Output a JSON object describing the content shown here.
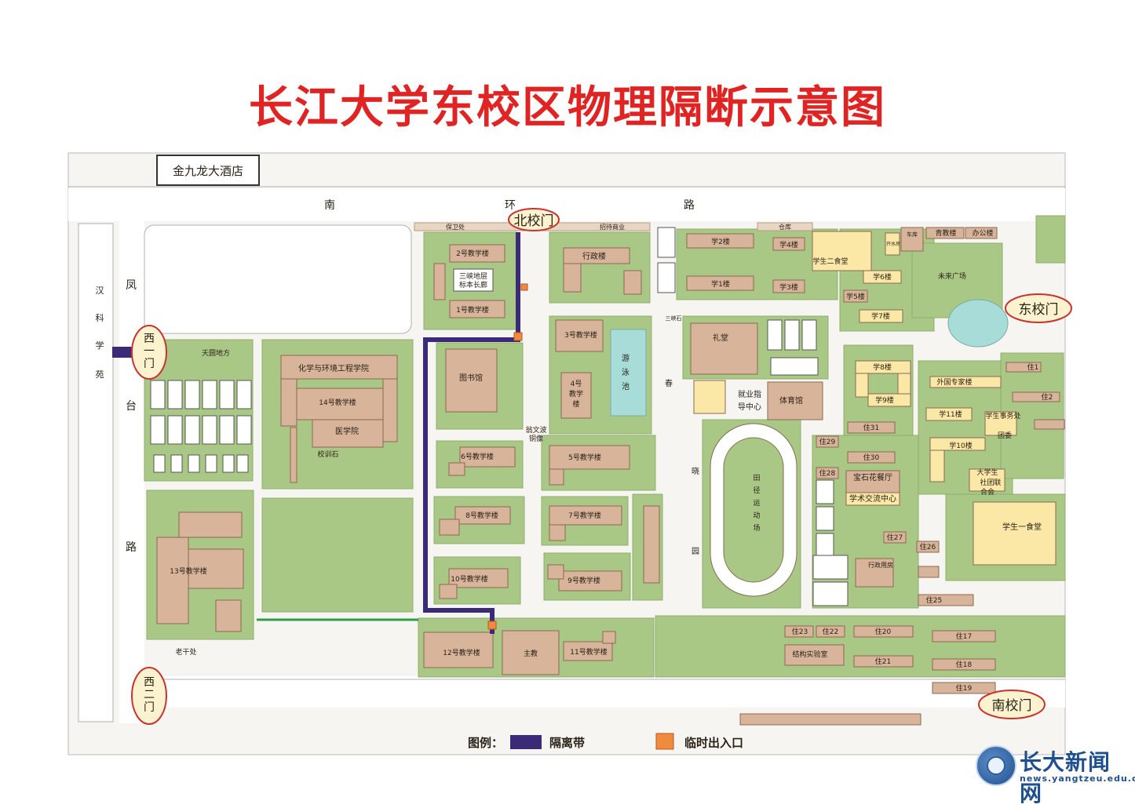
{
  "title": "长江大学东校区物理隔断示意图",
  "roads": {
    "south_ring_1": "南",
    "south_ring_2": "环",
    "south_ring_3": "路",
    "fengtai_1": "凤",
    "fengtai_2": "台",
    "fengtai_3": "路",
    "hanke_1": "汉",
    "hanke_2": "科",
    "hanke_3": "学",
    "hanke_4": "苑"
  },
  "gates": {
    "north": "北校门",
    "east": "东校门",
    "south": "南校门",
    "west_1a": "西",
    "west_1b": "一",
    "west_1c": "门",
    "west_2a": "西",
    "west_2b": "二",
    "west_2c": "门"
  },
  "places": {
    "hotel": "金九龙大酒店",
    "guard": "保卫处",
    "business": "招待商业",
    "warehouse": "仓库",
    "b2_teach": "2号教学楼",
    "b1_teach": "1号教学楼",
    "sanxia_1": "三峡地层",
    "sanxia_2": "标本长廊",
    "admin": "行政楼",
    "library": "图书馆",
    "b3_teach": "3号教学楼",
    "b4_1": "4号",
    "b4_2": "教学",
    "b4_3": "楼",
    "pool_1": "游",
    "pool_2": "泳",
    "pool_3": "池",
    "statue_1": "翁文波",
    "statue_2": "铜像",
    "chem": "化学与环境工程学院",
    "b14_teach": "14号教学楼",
    "med": "医学院",
    "motto_stone": "校训石",
    "tianyuan": "天圆地方",
    "b6_teach": "6号教学楼",
    "b5_teach": "5号教学楼",
    "b8_teach": "8号教学楼",
    "b7_teach": "7号教学楼",
    "b10_teach": "10号教学楼",
    "b9_teach": "9号教学楼",
    "b13_teach": "13号教学楼",
    "b12_teach": "12号教学楼",
    "main": "主教",
    "b11_teach": "11号教学楼",
    "laogan": "老干处",
    "auditorium": "礼堂",
    "sanxia_stone": "三峡石",
    "chun": "春",
    "xiao": "晓",
    "yuan": "园",
    "career_1": "就业指",
    "career_2": "导中心",
    "gym": "体育馆",
    "track_1": "田",
    "track_2": "径",
    "track_3": "运",
    "track_4": "动",
    "track_5": "场",
    "x2": "学2楼",
    "x4": "学4楼",
    "x1": "学1楼",
    "x3": "学3楼",
    "canteen2": "学生二食堂",
    "x6": "学6楼",
    "x5": "学5楼",
    "x7": "学7楼",
    "water": "开水房",
    "garage": "车库",
    "youth": "青教楼",
    "office": "办公楼",
    "plaza": "未来广场",
    "x8": "学8楼",
    "x9": "学9楼",
    "expert": "外国专家楼",
    "x11": "学11楼",
    "x10": "学10楼",
    "affairs_1": "学生事务处",
    "affairs_2": "团委",
    "union_1": "大学生",
    "union_2": "社团联",
    "union_3": "合会",
    "canteen1": "学生一食堂",
    "z1": "住1",
    "z2": "住2",
    "z31": "住31",
    "z30": "住30",
    "z29": "住29",
    "z28": "住28",
    "z27": "住27",
    "z26": "住26",
    "z25": "住25",
    "restaurant": "宝石花餐厅",
    "academic": "学术交流中心",
    "admin_house": "行政用房",
    "z23": "住23",
    "z22": "住22",
    "z20": "住20",
    "z17": "住17",
    "z21": "住21",
    "z18": "住18",
    "z19": "住19",
    "lab": "结构实验室"
  },
  "legend": {
    "title": "图例：",
    "barrier": "隔离带",
    "entrance": "临时出入口"
  },
  "watermark": {
    "name": "长大新闻网",
    "url": "news.yangtzeu.edu.cn"
  },
  "colors": {
    "title": "#e02424",
    "barrier": "#3b2a78",
    "entrance": "#f08a3c",
    "green": "#a9c785",
    "building": "#d7b49a",
    "yellow_building": "#fbe8a6",
    "pool": "#a8dcd8"
  }
}
